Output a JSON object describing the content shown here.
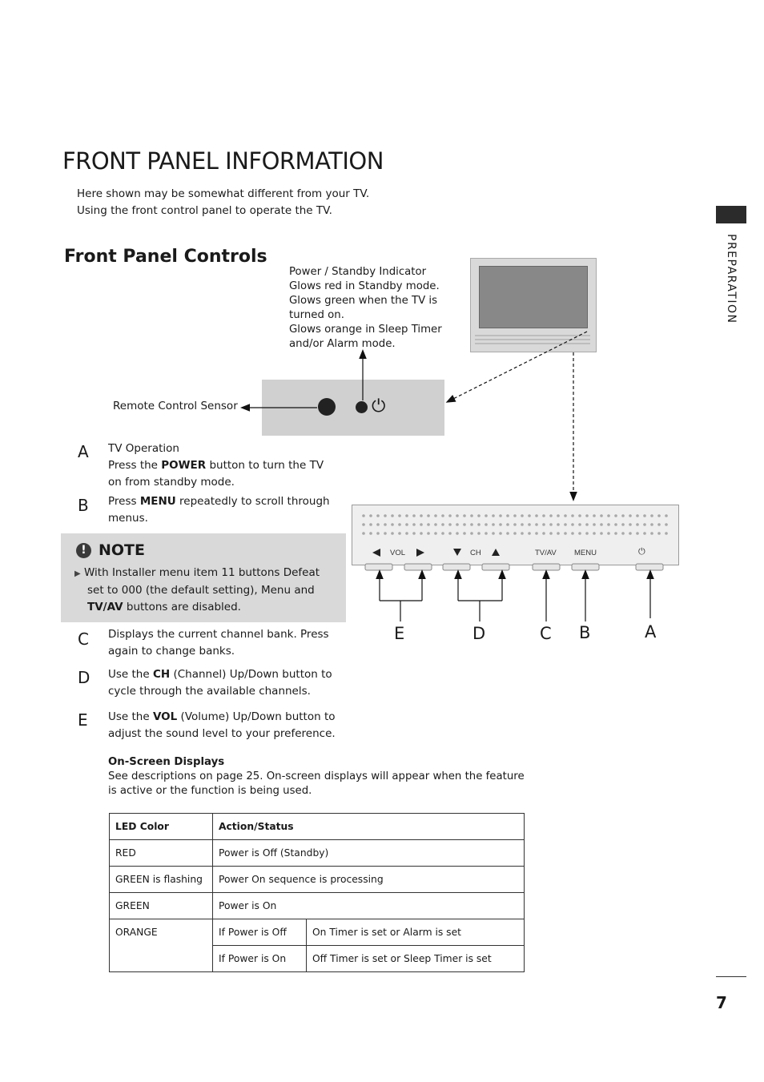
{
  "page": {
    "title": "FRONT PANEL INFORMATION",
    "intro_lines": [
      "Here shown may be somewhat different from your TV.",
      "Using the front control panel to operate the TV."
    ],
    "section_title": "Front Panel Controls",
    "side_label": "PREPARATION",
    "page_number": "7"
  },
  "diagram": {
    "indicator_lines": [
      "Power / Standby Indicator",
      "Glows red in Standby mode.",
      "Glows green when the TV is",
      "turned on.",
      "Glows orange in Sleep Timer",
      "and/or Alarm mode."
    ],
    "sensor_label": "Remote Control Sensor",
    "power_symbol": "⏻",
    "button_labels": {
      "vol": "VOL",
      "ch": "CH",
      "tvav": "TV/AV",
      "menu": "MENU",
      "power": "⏻"
    },
    "letters": {
      "e": "E",
      "d": "D",
      "c": "C",
      "b": "B",
      "a": "A"
    }
  },
  "items": {
    "a": {
      "letter": "A",
      "line1": "TV Operation",
      "pre": "Press the ",
      "key": "POWER",
      "post": " button to turn the TV",
      "line3": "on from standby mode."
    },
    "b": {
      "letter": "B",
      "pre": "Press ",
      "key": "MENU",
      "post": " repeatedly to scroll through",
      "line2": "menus."
    },
    "c": {
      "letter": "C",
      "line1": "Displays the current channel bank. Press",
      "line2": "again to change banks."
    },
    "d": {
      "letter": "D",
      "pre": "Use the ",
      "key": "CH",
      "post": " (Channel) Up/Down button to",
      "line2": "cycle through the available channels."
    },
    "e": {
      "letter": "E",
      "pre": "Use the ",
      "key": "VOL",
      "post": " (Volume) Up/Down button to",
      "line2": "adjust the sound level to your preference."
    }
  },
  "note": {
    "title": "NOTE",
    "line1": "With Installer menu item 11 buttons Defeat",
    "line2": "set to 000 (the default setting), Menu and",
    "key": "TV/AV",
    "line3_post": " buttons are disabled."
  },
  "osd": {
    "title": "On-Screen Displays",
    "line1": "See descriptions on page 25. On-screen displays will appear when the feature",
    "line2": "is active or the function is being used."
  },
  "led_table": {
    "header": [
      "LED Color",
      "Action/Status"
    ],
    "rows": [
      [
        "RED",
        "Power is Off (Standby)"
      ],
      [
        "GREEN is flashing",
        "Power On sequence is processing"
      ],
      [
        "GREEN",
        "Power is On"
      ]
    ],
    "orange": {
      "color": "ORANGE",
      "sub": [
        [
          "If Power is Off",
          "On Timer is set or Alarm is set"
        ],
        [
          "If Power is On",
          "Off Timer is set or Sleep Timer is set"
        ]
      ]
    }
  }
}
